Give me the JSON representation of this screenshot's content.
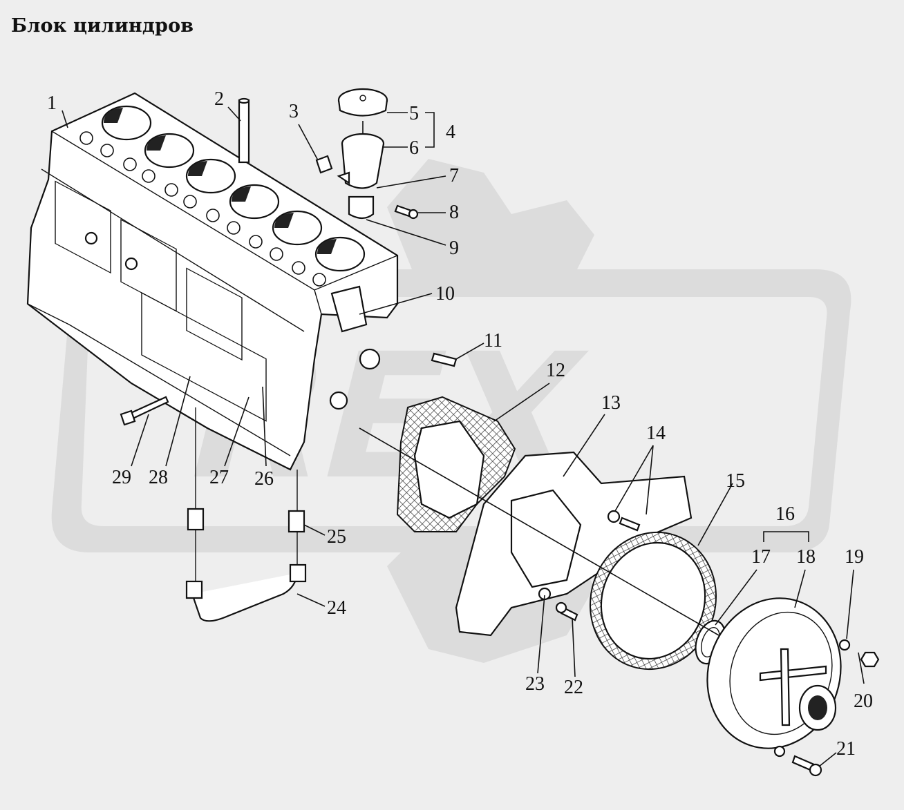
{
  "title": "Блок цилиндров",
  "watermark": "REX",
  "callouts": [
    {
      "n": "1",
      "label": "1"
    },
    {
      "n": "2",
      "label": "2"
    },
    {
      "n": "3",
      "label": "3"
    },
    {
      "n": "4",
      "label": "4"
    },
    {
      "n": "5",
      "label": "5"
    },
    {
      "n": "6",
      "label": "6"
    },
    {
      "n": "7",
      "label": "7"
    },
    {
      "n": "8",
      "label": "8"
    },
    {
      "n": "9",
      "label": "9"
    },
    {
      "n": "10",
      "label": "10"
    },
    {
      "n": "11",
      "label": "11"
    },
    {
      "n": "12",
      "label": "12"
    },
    {
      "n": "13",
      "label": "13"
    },
    {
      "n": "14",
      "label": "14"
    },
    {
      "n": "15",
      "label": "15"
    },
    {
      "n": "16",
      "label": "16"
    },
    {
      "n": "17",
      "label": "17"
    },
    {
      "n": "18",
      "label": "18"
    },
    {
      "n": "19",
      "label": "19"
    },
    {
      "n": "20",
      "label": "20"
    },
    {
      "n": "21",
      "label": "21"
    },
    {
      "n": "22",
      "label": "22"
    },
    {
      "n": "23",
      "label": "23"
    },
    {
      "n": "24",
      "label": "24"
    },
    {
      "n": "25",
      "label": "25"
    },
    {
      "n": "26",
      "label": "26"
    },
    {
      "n": "27",
      "label": "27"
    },
    {
      "n": "28",
      "label": "28"
    },
    {
      "n": "29",
      "label": "29"
    }
  ],
  "colors": {
    "background": "#eeeeee",
    "ink": "#111111",
    "watermark": "#dcdcdc"
  }
}
